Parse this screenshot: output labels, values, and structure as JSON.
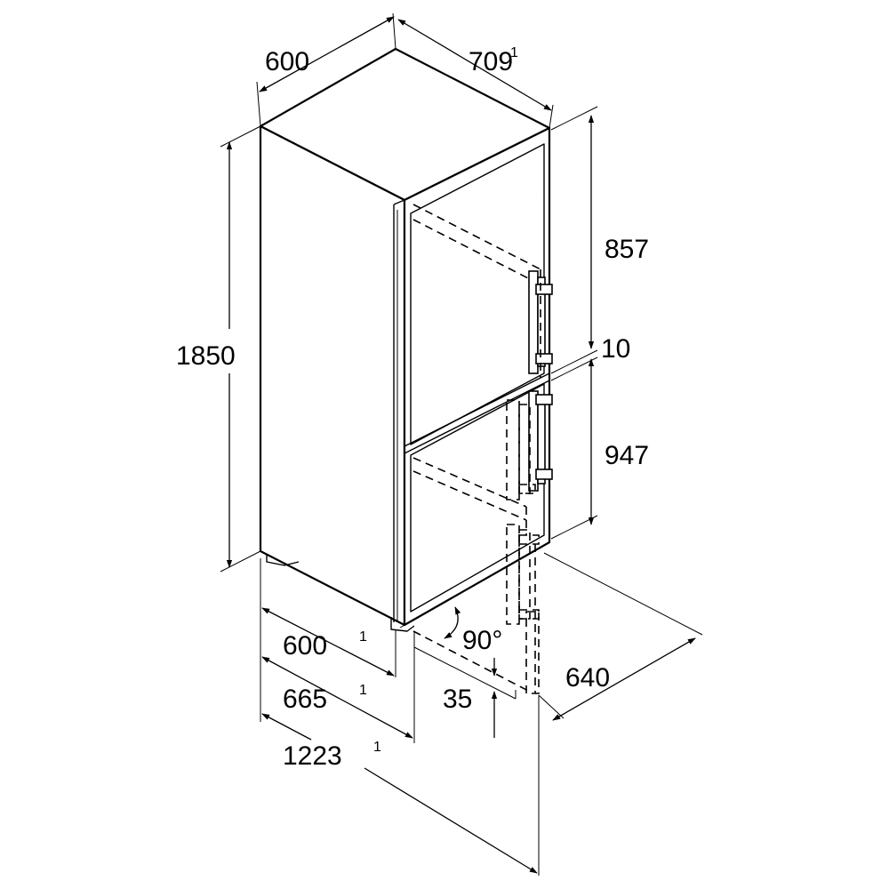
{
  "dimensions": {
    "top_width": {
      "value": "600",
      "note": ""
    },
    "top_depth": {
      "value": "709",
      "note": "1"
    },
    "height": {
      "value": "1850",
      "note": ""
    },
    "upper_door": {
      "value": "857",
      "note": ""
    },
    "door_gap": {
      "value": "10",
      "note": ""
    },
    "lower_door": {
      "value": "947",
      "note": ""
    },
    "depth_body": {
      "value": "600",
      "note": "1"
    },
    "depth_handle": {
      "value": "665",
      "note": "1"
    },
    "depth_open": {
      "value": "1223",
      "note": "1"
    },
    "open_angle": {
      "value": "90°",
      "note": ""
    },
    "handle_offset": {
      "value": "35",
      "note": ""
    },
    "open_width": {
      "value": "640",
      "note": ""
    }
  }
}
